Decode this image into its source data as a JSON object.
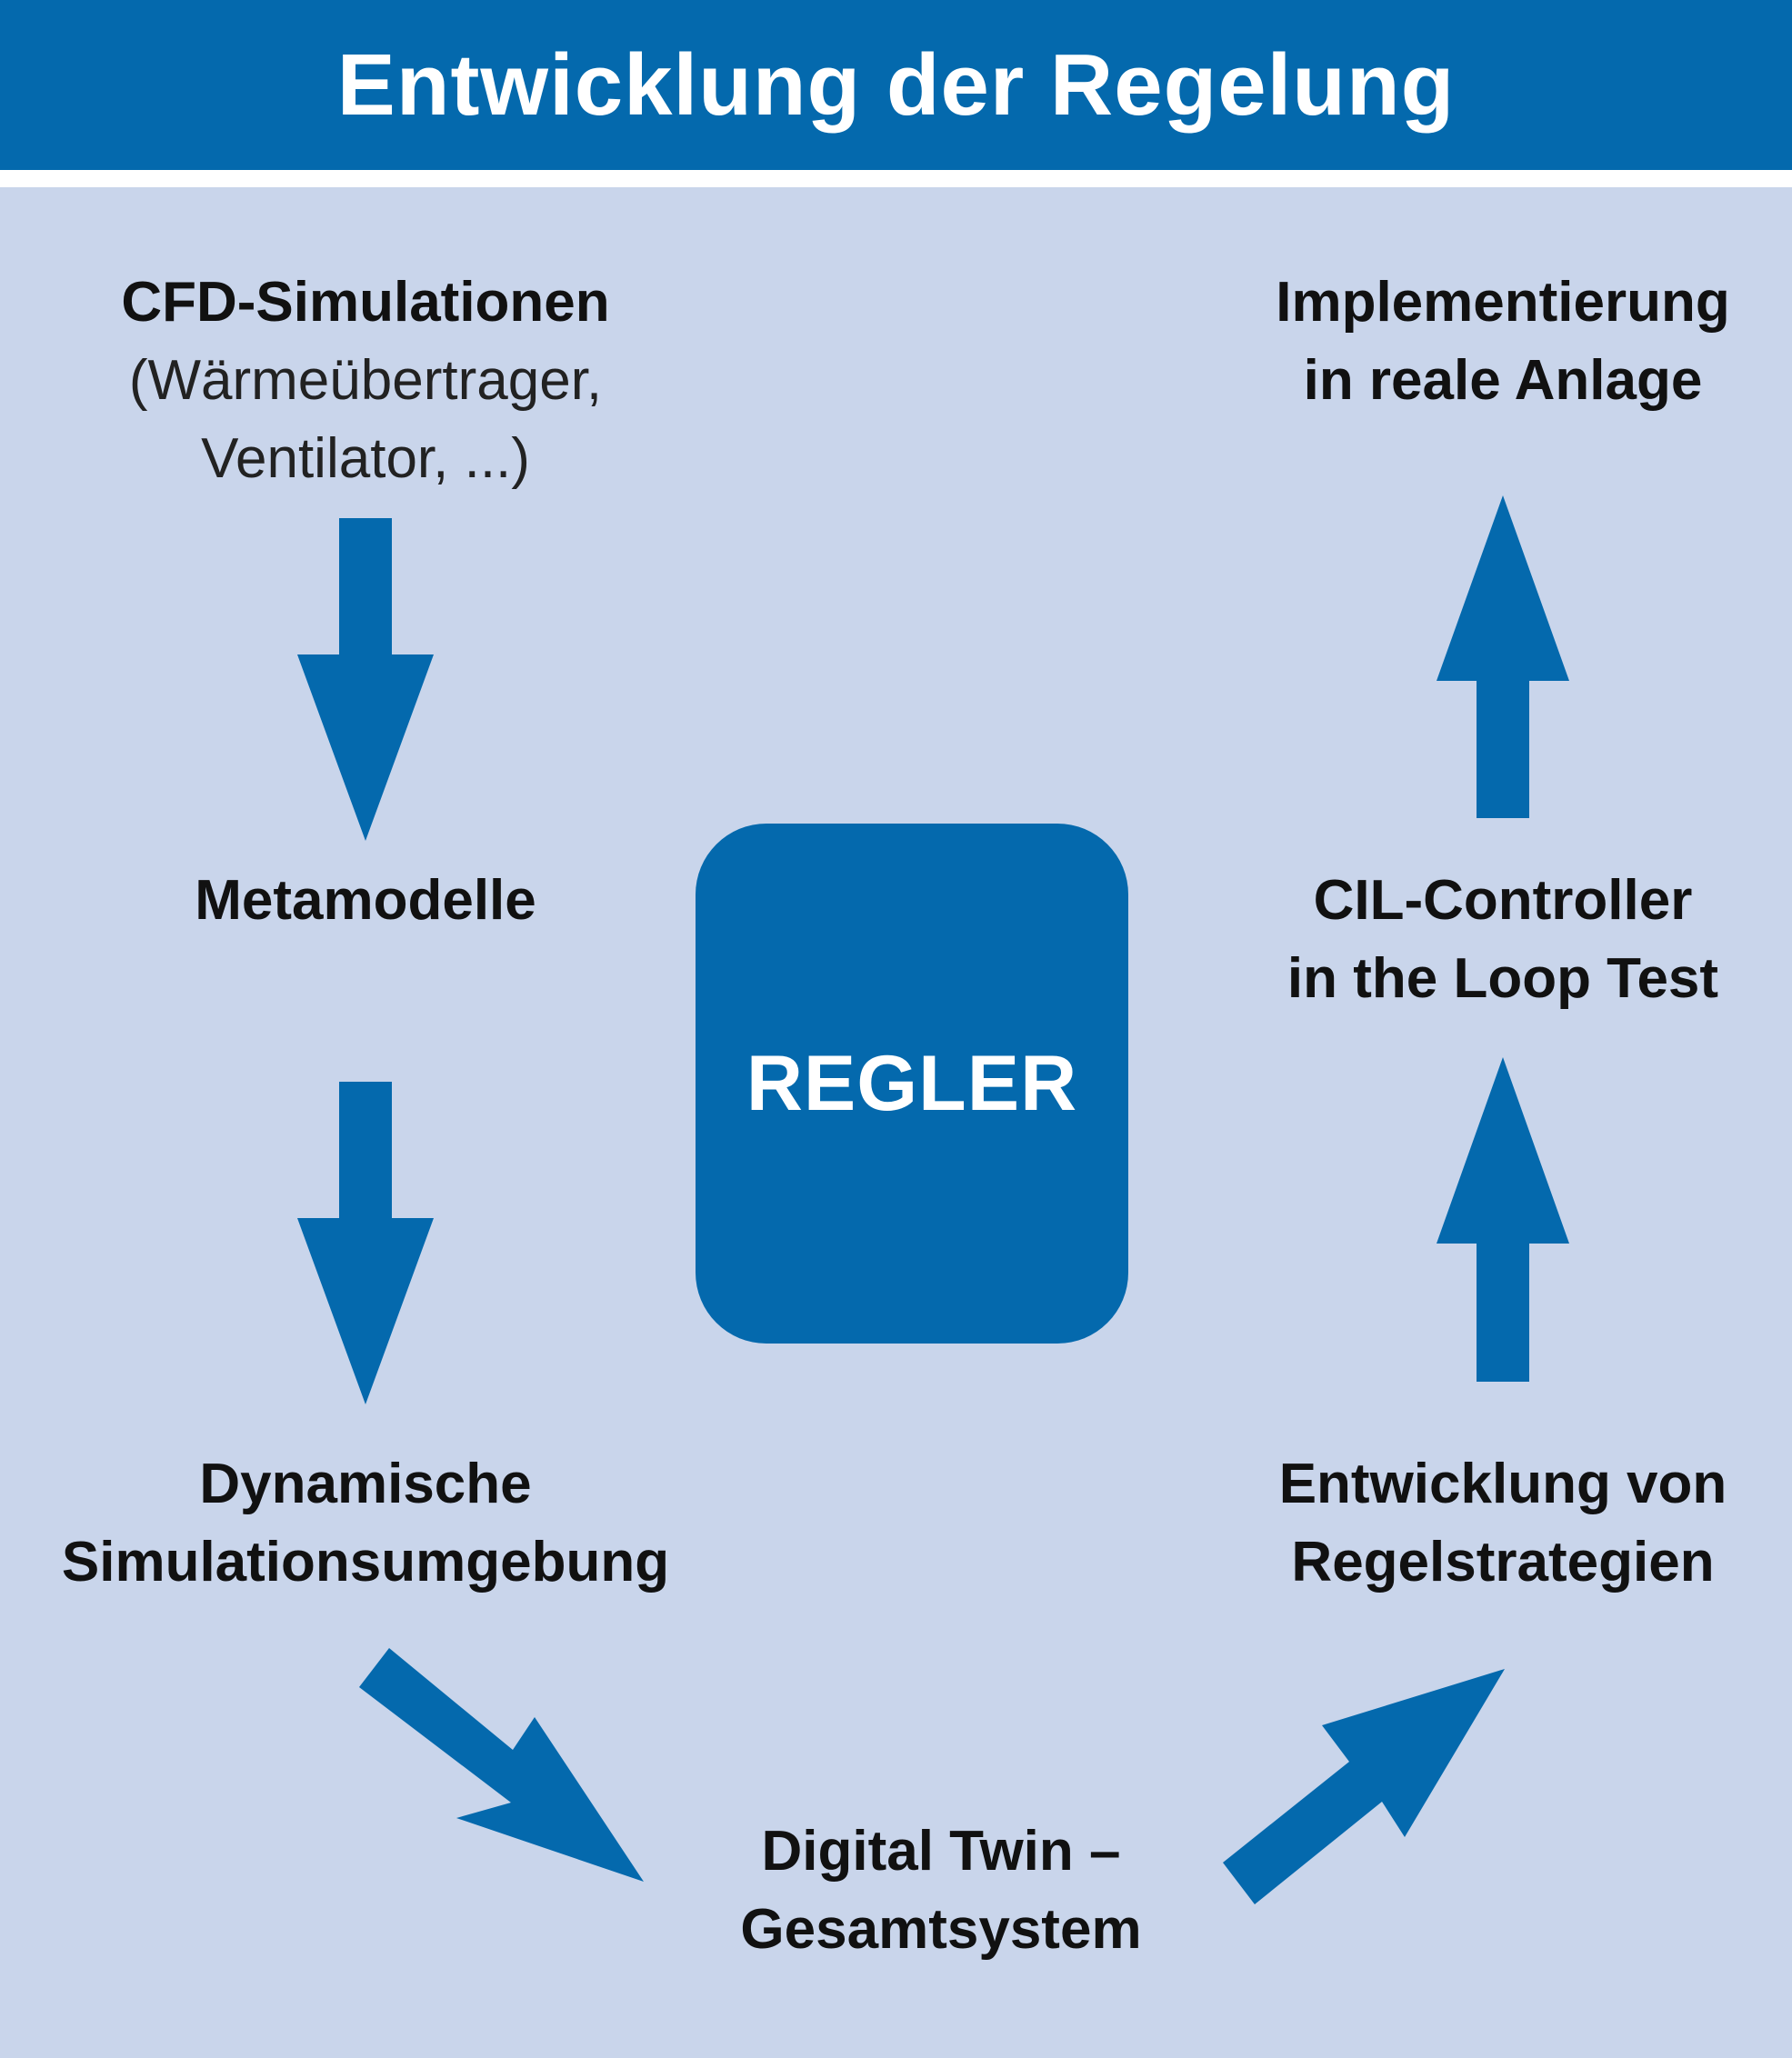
{
  "title": "Entwicklung der Regelung",
  "center": {
    "label": "REGLER"
  },
  "nodes": {
    "cfd": {
      "title": "CFD-Simulationen",
      "sub1": "(Wärmeübertrager,",
      "sub2": "Ventilator, ...)"
    },
    "meta": {
      "line1": "Metamodelle"
    },
    "dyn": {
      "line1": "Dynamische",
      "line2": "Simulationsumgebung"
    },
    "twin": {
      "line1": "Digital Twin –",
      "line2": "Gesamtsystem"
    },
    "strat": {
      "line1": "Entwicklung von",
      "line2": "Regelstrategien"
    },
    "cil": {
      "line1": "CIL-Controller",
      "line2": "in the Loop Test"
    },
    "impl": {
      "line1": "Implementierung",
      "line2": "in reale Anlage"
    }
  },
  "colors": {
    "primary": "#0469ad",
    "background": "#c9d5eb",
    "text": "#111111",
    "header_text": "#ffffff"
  }
}
